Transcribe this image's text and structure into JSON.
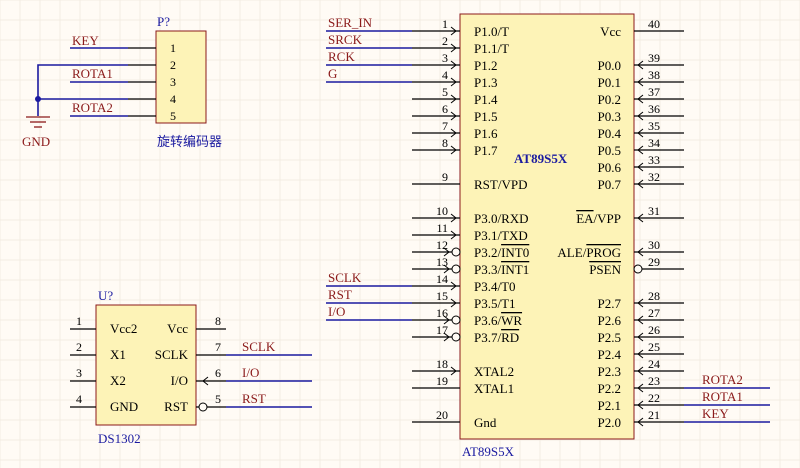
{
  "colors": {
    "part_fill": "#fdf3b7",
    "part_border": "#8b1a1a",
    "wire": "#1a1aa0",
    "net_label": "#8b1a1a",
    "designator": "#1a1aa0",
    "background": "#fffbf5"
  },
  "encoder": {
    "designator": "P?",
    "name": "旋转编码器",
    "pins": [
      "1",
      "2",
      "3",
      "4",
      "5"
    ],
    "nets": {
      "key": "KEY",
      "rota1": "ROTA1",
      "rota2": "ROTA2",
      "gnd": "GND"
    }
  },
  "rtc": {
    "designator": "U?",
    "name": "DS1302",
    "left_pins": [
      {
        "num": "1",
        "label": "Vcc2"
      },
      {
        "num": "2",
        "label": "X1"
      },
      {
        "num": "3",
        "label": "X2"
      },
      {
        "num": "4",
        "label": "GND"
      }
    ],
    "right_pins": [
      {
        "num": "8",
        "label": "Vcc"
      },
      {
        "num": "7",
        "label": "SCLK"
      },
      {
        "num": "6",
        "label": "I/O"
      },
      {
        "num": "5",
        "label": "RST"
      }
    ],
    "nets": [
      "SCLK",
      "I/O",
      "RST"
    ]
  },
  "mcu": {
    "name": "AT89S5X",
    "designator": "AT89S5X",
    "left_pins": [
      {
        "num": "1",
        "label": "P1.0/T"
      },
      {
        "num": "2",
        "label": "P1.1/T"
      },
      {
        "num": "3",
        "label": "P1.2"
      },
      {
        "num": "4",
        "label": "P1.3"
      },
      {
        "num": "5",
        "label": "P1.4"
      },
      {
        "num": "6",
        "label": "P1.5"
      },
      {
        "num": "7",
        "label": "P1.6"
      },
      {
        "num": "8",
        "label": "P1.7"
      },
      {
        "num": "9",
        "label": "RST/VPD"
      },
      {
        "num": "10",
        "label": "P3.0/RXD"
      },
      {
        "num": "11",
        "label": "P3.1/TXD"
      },
      {
        "num": "12",
        "label": "P3.2/",
        "over": "INT0"
      },
      {
        "num": "13",
        "label": "P3.3/",
        "over": "INT1"
      },
      {
        "num": "14",
        "label": "P3.4/T0"
      },
      {
        "num": "15",
        "label": "P3.5/T1"
      },
      {
        "num": "16",
        "label": "P3.6/",
        "over": "WR"
      },
      {
        "num": "17",
        "label": "P3.7/",
        "over": "RD"
      },
      {
        "num": "18",
        "label": "XTAL2"
      },
      {
        "num": "19",
        "label": "XTAL1"
      },
      {
        "num": "20",
        "label": "Gnd"
      }
    ],
    "right_pins": [
      {
        "num": "40",
        "label": "Vcc"
      },
      {
        "num": "39",
        "label": "P0.0"
      },
      {
        "num": "38",
        "label": "P0.1"
      },
      {
        "num": "37",
        "label": "P0.2"
      },
      {
        "num": "36",
        "label": "P0.3"
      },
      {
        "num": "35",
        "label": "P0.4"
      },
      {
        "num": "34",
        "label": "P0.5"
      },
      {
        "num": "33",
        "label": "P0.6"
      },
      {
        "num": "32",
        "label": "P0.7"
      },
      {
        "num": "31",
        "label": "",
        "over": "EA",
        "post": "/VPP"
      },
      {
        "num": "30",
        "label": "ALE/",
        "over": "PROG"
      },
      {
        "num": "29",
        "label": "",
        "over": "PSEN"
      },
      {
        "num": "28",
        "label": "P2.7"
      },
      {
        "num": "27",
        "label": "P2.6"
      },
      {
        "num": "26",
        "label": "P2.5"
      },
      {
        "num": "25",
        "label": "P2.4"
      },
      {
        "num": "24",
        "label": "P2.3"
      },
      {
        "num": "23",
        "label": "P2.2"
      },
      {
        "num": "22",
        "label": "P2.1"
      },
      {
        "num": "21",
        "label": "P2.0"
      }
    ],
    "left_nets": {
      "1": "SER_IN",
      "2": "SRCK",
      "3": "RCK",
      "4": "G",
      "14": "SCLK",
      "15": "RST",
      "16": "I/O"
    },
    "right_nets": {
      "23": "ROTA2",
      "22": "ROTA1",
      "21": "KEY"
    }
  }
}
